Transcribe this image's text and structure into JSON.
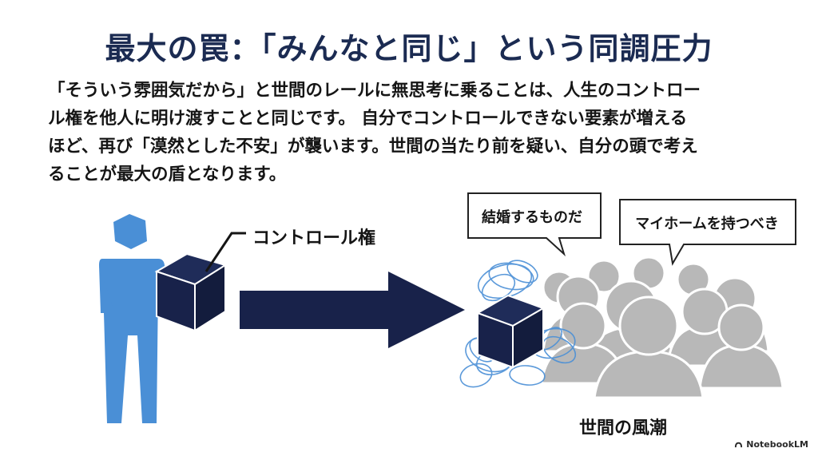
{
  "slide": {
    "title": "最大の罠：「みんなと同じ」という同調圧力",
    "body": "「そういう雰囲気だから」と世間のレールに無思考に乗ることは、人生のコントロー\nル権を他人に明け渡すことと同じです。 自分でコントロールできない要素が増える\nほど、再び「漠然とした不安」が襲います。世間の当たり前を疑い、自分の頭で考え\nることが最大の盾となります。"
  },
  "illustration": {
    "control_label": "コントロール権",
    "bubble_1": "結婚するものだ",
    "bubble_2": "マイホームを持つべき",
    "crowd_label": "世間の風潮",
    "colors": {
      "person": "#4a8fd6",
      "cube": "#18224a",
      "arrow": "#18224a",
      "crowd": "#b3b3b3",
      "scribble": "#4a8fd6"
    }
  },
  "brand": {
    "name": "NotebookLM",
    "icon": "notebooklm-logo-icon"
  }
}
